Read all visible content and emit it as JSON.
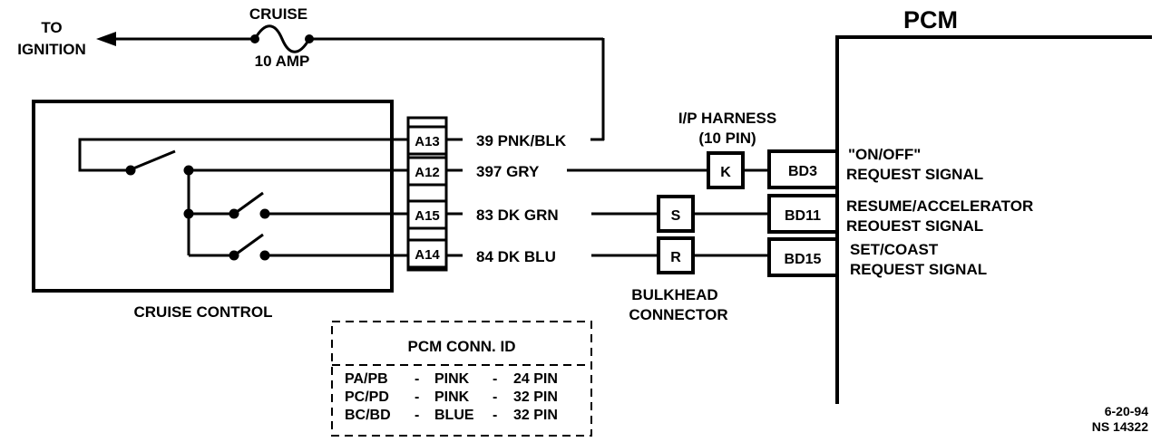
{
  "fuse": {
    "name": "CRUISE",
    "rating": "10 AMP"
  },
  "to_ignition": [
    "TO",
    "IGNITION"
  ],
  "pcm": {
    "title": "PCM"
  },
  "cruise_control": {
    "label": "CRUISE CONTROL"
  },
  "terminals": [
    {
      "id": "A13",
      "wire": "39 PNK/BLK"
    },
    {
      "id": "A12",
      "wire": "397 GRY"
    },
    {
      "id": "A15",
      "wire": "83 DK GRN"
    },
    {
      "id": "A14",
      "wire": "84 DK BLU"
    }
  ],
  "ip_harness": {
    "line1": "I/P HARNESS",
    "line2": "(10 PIN)",
    "pin": "K"
  },
  "bulkhead": {
    "line1": "BULKHEAD",
    "line2": "CONNECTOR",
    "pins": [
      "S",
      "R"
    ]
  },
  "pcm_pins": [
    {
      "id": "BD3",
      "line1": "\"ON/OFF\"",
      "line2": "REQUEST SIGNAL"
    },
    {
      "id": "BD11",
      "line1": "RESUME/ACCELERATOR",
      "line2": "REOUEST SIGNAL"
    },
    {
      "id": "BD15",
      "line1": "SET/COAST",
      "line2": "REQUEST SIGNAL"
    }
  ],
  "conn_id": {
    "title": "PCM CONN. ID",
    "rows": [
      {
        "conn": "PA/PB",
        "dash1": "-",
        "color": "PINK",
        "dash2": "-",
        "pins": "24 PIN"
      },
      {
        "conn": "PC/PD",
        "dash1": "-",
        "color": "PINK",
        "dash2": "-",
        "pins": "32 PIN"
      },
      {
        "conn": "BC/BD",
        "dash1": "-",
        "color": "BLUE",
        "dash2": "-",
        "pins": "32 PIN"
      }
    ]
  },
  "footer": {
    "date": "6-20-94",
    "code": "NS 14322"
  }
}
